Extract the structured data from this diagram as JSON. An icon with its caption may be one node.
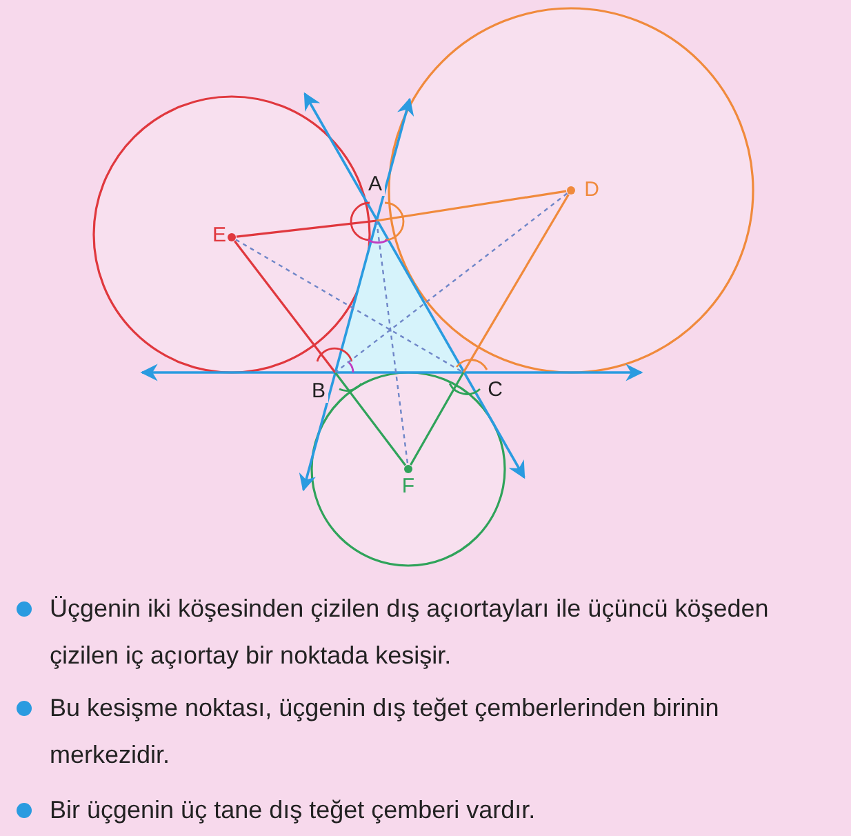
{
  "diagram": {
    "nodes": [
      {
        "text": [
          "A"
        ]
      },
      {
        "text": [
          "B"
        ]
      },
      {
        "text": [
          "C"
        ]
      },
      {
        "text": [],
        "shape": "circle",
        "beside": [
          "D"
        ]
      },
      {
        "text": [],
        "shape": "circle",
        "beside": [
          "E"
        ]
      },
      {
        "text": [],
        "shape": "circle",
        "beside": [
          "F"
        ]
      }
    ],
    "edges": [
      {
        "from": 4,
        "to": 0,
        "arrow": "none",
        "color": "#e0383e"
      },
      {
        "from": 4,
        "to": 1,
        "arrow": "none",
        "color": "#e0383e"
      },
      {
        "from": 3,
        "to": 0,
        "arrow": "none",
        "color": "#f08a3c"
      },
      {
        "from": 3,
        "to": 2,
        "arrow": "none",
        "color": "#f08a3c"
      },
      {
        "from": 5,
        "to": 1,
        "arrow": "none",
        "color": "#2fa35a"
      },
      {
        "from": 5,
        "to": 2,
        "arrow": "none",
        "color": "#2fa35a"
      },
      {
        "from": 4,
        "to": 2,
        "arrow": "none",
        "style": "dashed",
        "color": "#6f86c8"
      },
      {
        "from": 3,
        "to": 1,
        "arrow": "none",
        "style": "dashed",
        "color": "#6f86c8"
      },
      {
        "from": 0,
        "to": 5,
        "arrow": "none",
        "style": "dashed",
        "color": "#6f86c8"
      }
    ],
    "labels": [
      "Üçgenin iki köşesinden çizilen dış açıortayları ile üçüncü köşeden çizilen iç açıortay bir noktada kesişir.",
      "Bu kesişme noktası, üçgenin dış teğet çemberlerinden birinin merkezidir.",
      "Bir üçgenin üç tane dış teğet çemberi vardır."
    ]
  }
}
